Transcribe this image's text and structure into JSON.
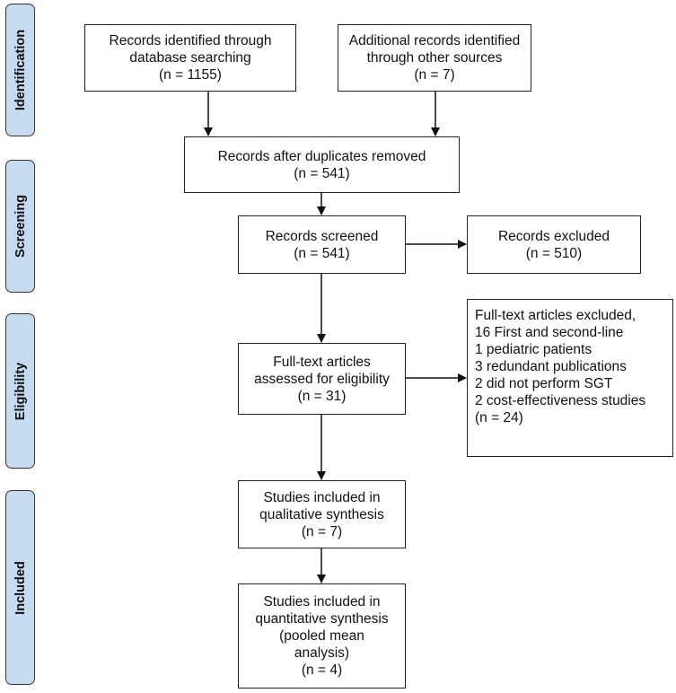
{
  "stages": [
    {
      "id": "identification",
      "label": "Identification"
    },
    {
      "id": "screening",
      "label": "Screening"
    },
    {
      "id": "eligibility",
      "label": "Eligibility"
    },
    {
      "id": "included",
      "label": "Included"
    }
  ],
  "boxes": {
    "identified_database": [
      "Records identified through",
      "database searching",
      "(n = 1155)"
    ],
    "identified_other": [
      "Additional records identified",
      "through other sources",
      "(n = 7)"
    ],
    "after_duplicates": [
      "Records after duplicates removed",
      "(n = 541)"
    ],
    "screened": [
      "Records screened",
      "(n = 541)"
    ],
    "excluded": [
      "Records excluded",
      "(n = 510)"
    ],
    "fulltext_assessed": [
      "Full-text articles",
      "assessed for eligibility",
      "(n = 31)"
    ],
    "fulltext_excluded": [
      "Full-text articles excluded,",
      "16 First and second-line",
      "1 pediatric patients",
      "3 redundant publications",
      "2 did not perform SGT",
      "2 cost-effectiveness studies",
      "(n = 24)"
    ],
    "qualitative": [
      "Studies included in",
      "qualitative synthesis",
      "(n = 7)"
    ],
    "quantitative": [
      "Studies included in",
      "quantitative synthesis",
      "(pooled mean",
      "analysis)",
      "(n = 4)"
    ]
  }
}
